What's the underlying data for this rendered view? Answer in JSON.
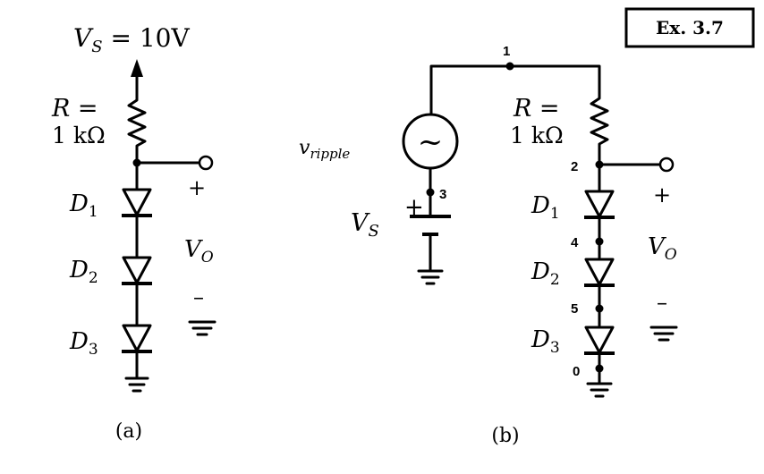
{
  "example_label": "Ex. 3.7",
  "circuit_a": {
    "caption": "(a)",
    "supply_label": "V",
    "supply_sub": "S",
    "supply_value": " = 10V",
    "resistor_label_line1": "R =",
    "resistor_label_line2": "1 kΩ",
    "diodes": [
      {
        "label": "D",
        "sub": "1"
      },
      {
        "label": "D",
        "sub": "2"
      },
      {
        "label": "D",
        "sub": "3"
      }
    ],
    "output_plus": "+",
    "output_label": "V",
    "output_sub": "O",
    "output_minus": "–"
  },
  "circuit_b": {
    "caption": "(b)",
    "ripple_label": "v",
    "ripple_sub": "ripple",
    "ripple_symbol": "~",
    "source_label": "V",
    "source_sub": "S",
    "source_plus": "+",
    "resistor_label_line1": "R =",
    "resistor_label_line2": "1 kΩ",
    "diodes": [
      {
        "label": "D",
        "sub": "1"
      },
      {
        "label": "D",
        "sub": "2"
      },
      {
        "label": "D",
        "sub": "3"
      }
    ],
    "output_plus": "+",
    "output_label": "V",
    "output_sub": "O",
    "output_minus": "–",
    "nodes": [
      "1",
      "2",
      "3",
      "4",
      "5",
      "0"
    ]
  }
}
